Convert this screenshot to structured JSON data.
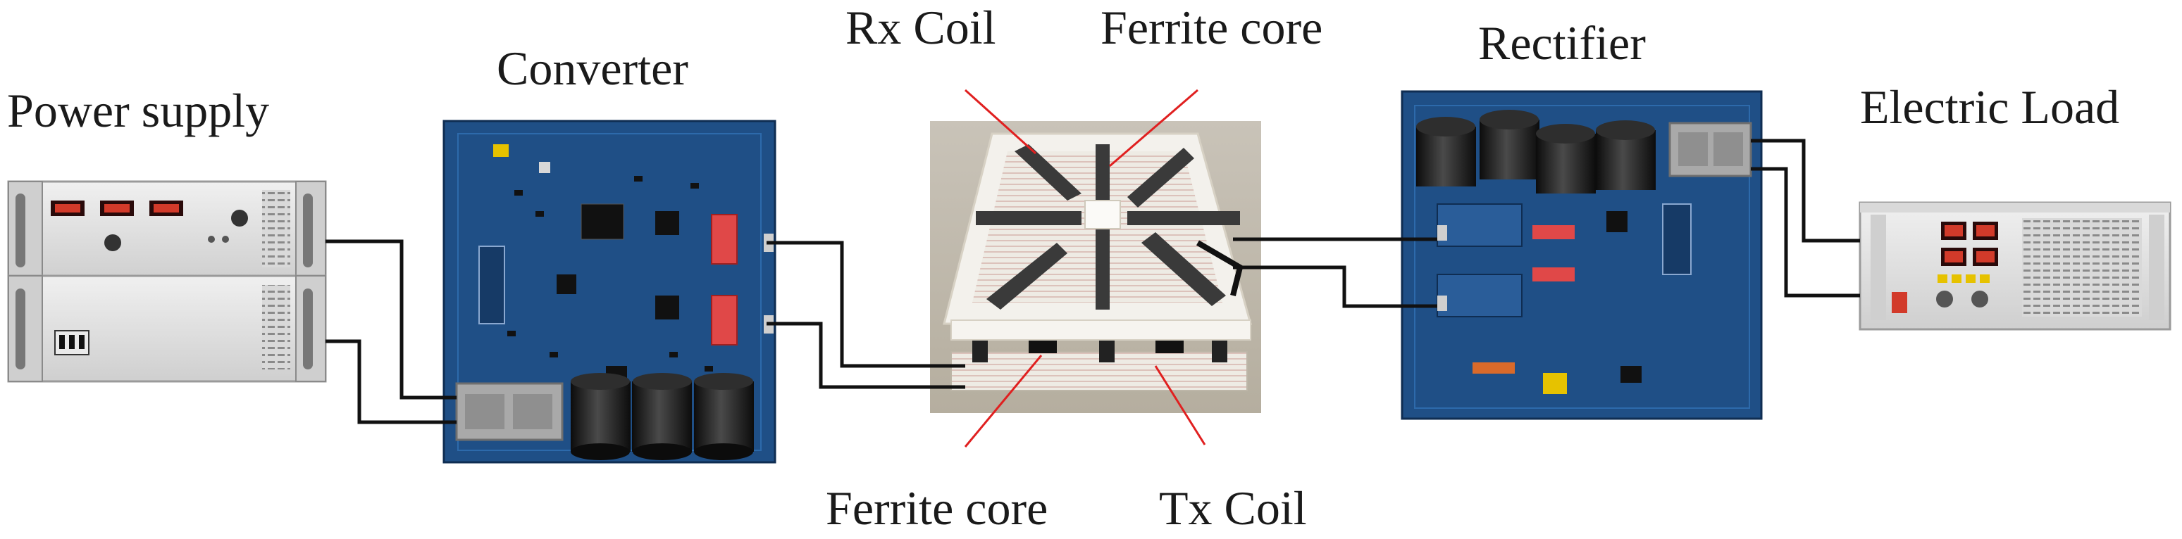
{
  "labels": {
    "power_supply": "Power supply",
    "converter": "Converter",
    "rx_coil": "Rx Coil",
    "ferrite_core_top": "Ferrite core",
    "rectifier": "Rectifier",
    "electric_load": "Electric Load",
    "ferrite_core_bottom": "Ferrite core",
    "tx_coil": "Tx Coil"
  },
  "colors": {
    "pcb": "#1f4f86",
    "pcb_dark": "#163a66",
    "instrument_face": "#e6e6e6",
    "cable": "#111111",
    "pointer": "#e02020",
    "coil_white": "#f3f1ec",
    "ferrite": "#3a3a3a",
    "led_red": "#d23a2a"
  },
  "icons": [
    "power-supply-unit",
    "converter-board",
    "coil-pad",
    "rectifier-board",
    "electronic-load",
    "capacitor",
    "power-connector"
  ]
}
